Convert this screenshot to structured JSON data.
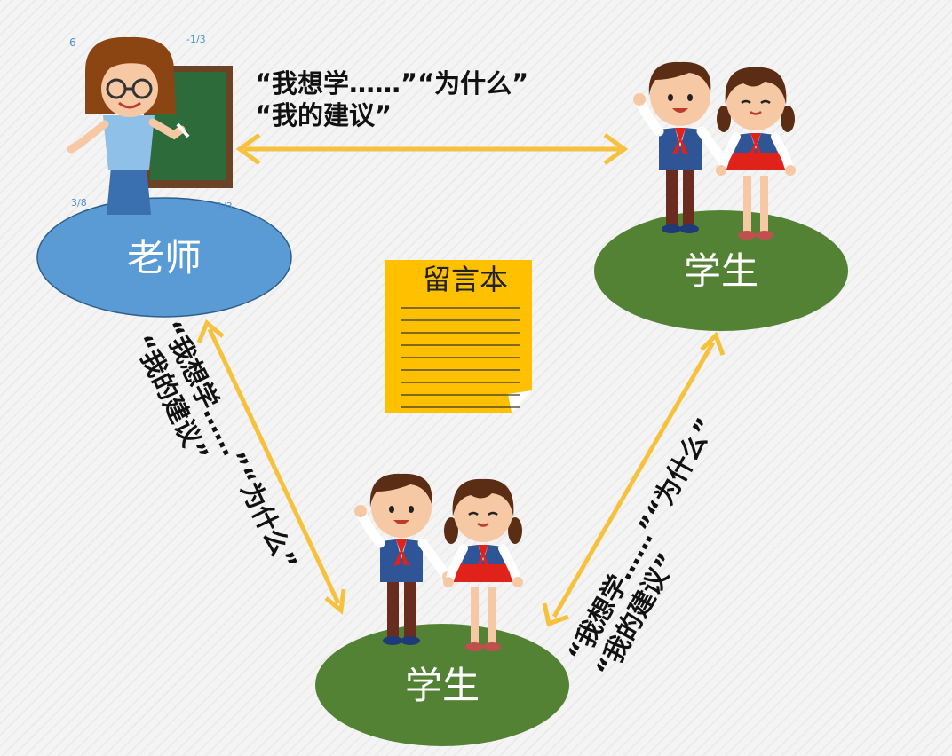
{
  "diagram": {
    "nodes": {
      "teacher": {
        "label": "老师",
        "color": "#5b9bd5"
      },
      "student_right": {
        "label": "学生",
        "color": "#548235"
      },
      "student_bottom": {
        "label": "学生",
        "color": "#548235"
      }
    },
    "notebook": {
      "title": "留言本",
      "color": "#ffc000"
    },
    "arrow_color": "#f6c23e",
    "messages": {
      "top_line1": "“我想学……”“为什么”",
      "top_line2": "“我的建议”",
      "left_line1": "“我想学……”“为什么”",
      "left_line2": "“我的建议”",
      "right_line1": "“我想学……”“为什么”",
      "right_line2": "“我的建议”"
    }
  }
}
